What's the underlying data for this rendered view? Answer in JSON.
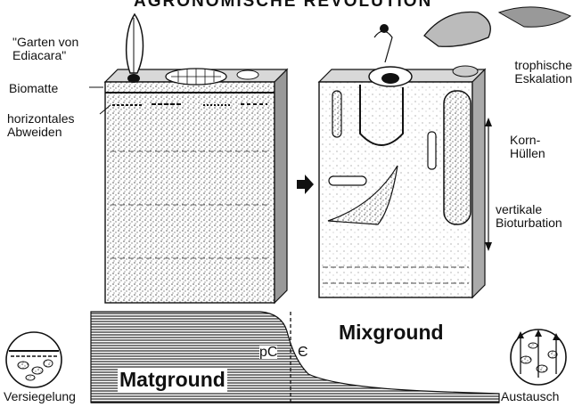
{
  "title": "AGRONOMISCHE REVOLUTION",
  "left_labels": {
    "garden": "\"Garten von\nEdiacara\"",
    "biomat": "Biomatte",
    "grazing": "horizontales\nAbweiden"
  },
  "right_labels": {
    "trophic": "trophische\nEskalation",
    "grains": "Korn-\nHüllen",
    "bioturbation": "vertikale\nBioturbation"
  },
  "bottom": {
    "matground": "Matground",
    "mixground": "Mixground",
    "pc": "pC",
    "cambrian": "Є",
    "sealing": "Versiegelung",
    "exchange": "Austausch"
  },
  "colors": {
    "ink": "#111111",
    "shade": "#555555",
    "paper": "#ffffff"
  }
}
